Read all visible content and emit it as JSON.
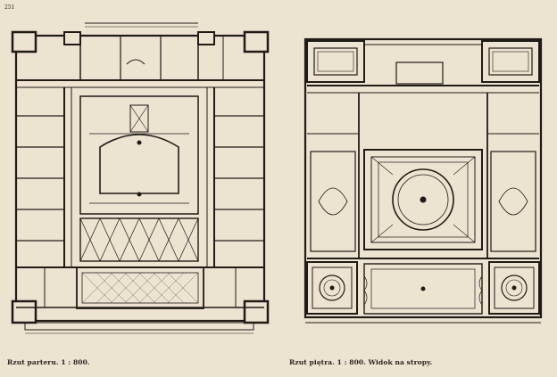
{
  "figure": {
    "corner_number": "251",
    "captions": {
      "ground_floor": "Rzut parteru.  1 : 800.",
      "upper_floor": "Rzut piętra.  1 : 800.  Widok na stropy."
    }
  },
  "colors": {
    "paper": "#ede3d1",
    "ink": "#1f1b17",
    "hatch": "#5a524a"
  }
}
